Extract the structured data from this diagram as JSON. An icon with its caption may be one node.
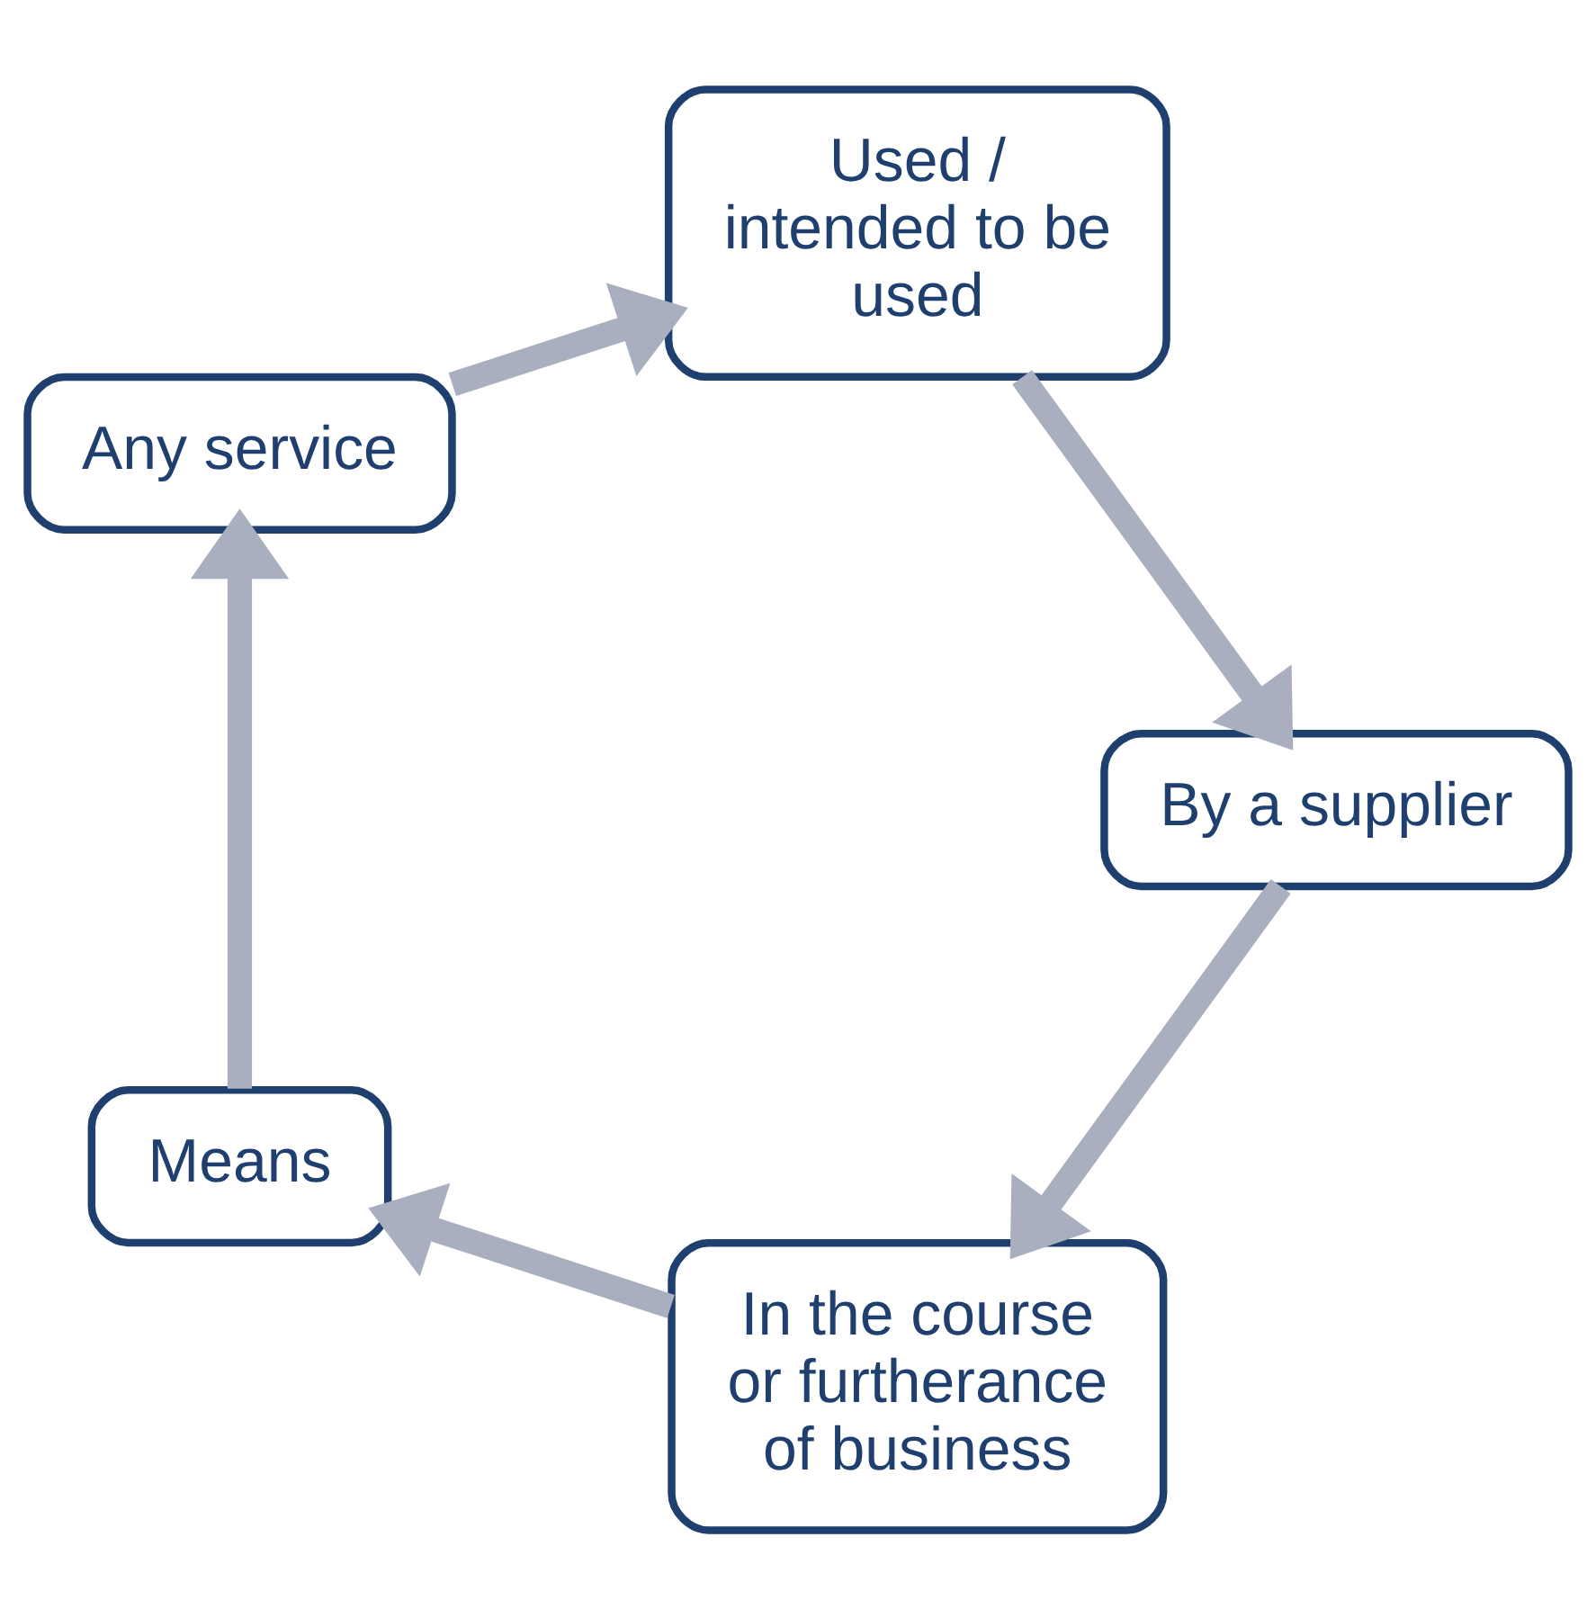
{
  "diagram": {
    "nodes": [
      {
        "text": [
          "In the course or furtherance of business"
        ]
      },
      {
        "text": [
          "Means"
        ]
      },
      {
        "text": [
          "Any service"
        ]
      },
      {
        "text": [
          "Used / intended to be used"
        ]
      },
      {
        "text": [
          "By a supplier"
        ]
      }
    ],
    "edges": [
      {
        "from": 0,
        "to": 1,
        "arrow": "to"
      },
      {
        "from": 1,
        "to": 2,
        "arrow": "to"
      },
      {
        "from": 2,
        "to": 3,
        "arrow": "to"
      },
      {
        "from": 3,
        "to": 4,
        "arrow": "to"
      },
      {
        "from": 4,
        "to": 0,
        "arrow": "to"
      }
    ]
  }
}
